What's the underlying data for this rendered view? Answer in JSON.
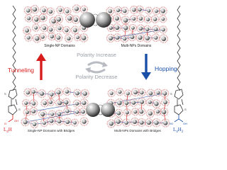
{
  "panels": {
    "top_left": "Single-NP Domains",
    "top_right": "Multi-NPs Domains",
    "bottom_left": "Single-NP Domains with Bridges",
    "bottom_right": "Multi-NPs Domains with Bridges"
  },
  "center": {
    "top": "Polarity Increase",
    "bottom": "Polarity Decrease"
  },
  "arrows": {
    "left": "Tunneling",
    "right": "Hopping"
  },
  "molecules": {
    "left_main": "L",
    "left_sub": "4",
    "left_tail": "H",
    "right_main": "L",
    "right_sub": "4",
    "right_tail": "H",
    "right_tail_sub": "2"
  },
  "colors": {
    "tunneling": "#d81c1c",
    "hopping": "#1a4fa8",
    "center_text": "#9aa0a8",
    "nanoparticle": "#909090",
    "ligand": "#c0392b"
  }
}
